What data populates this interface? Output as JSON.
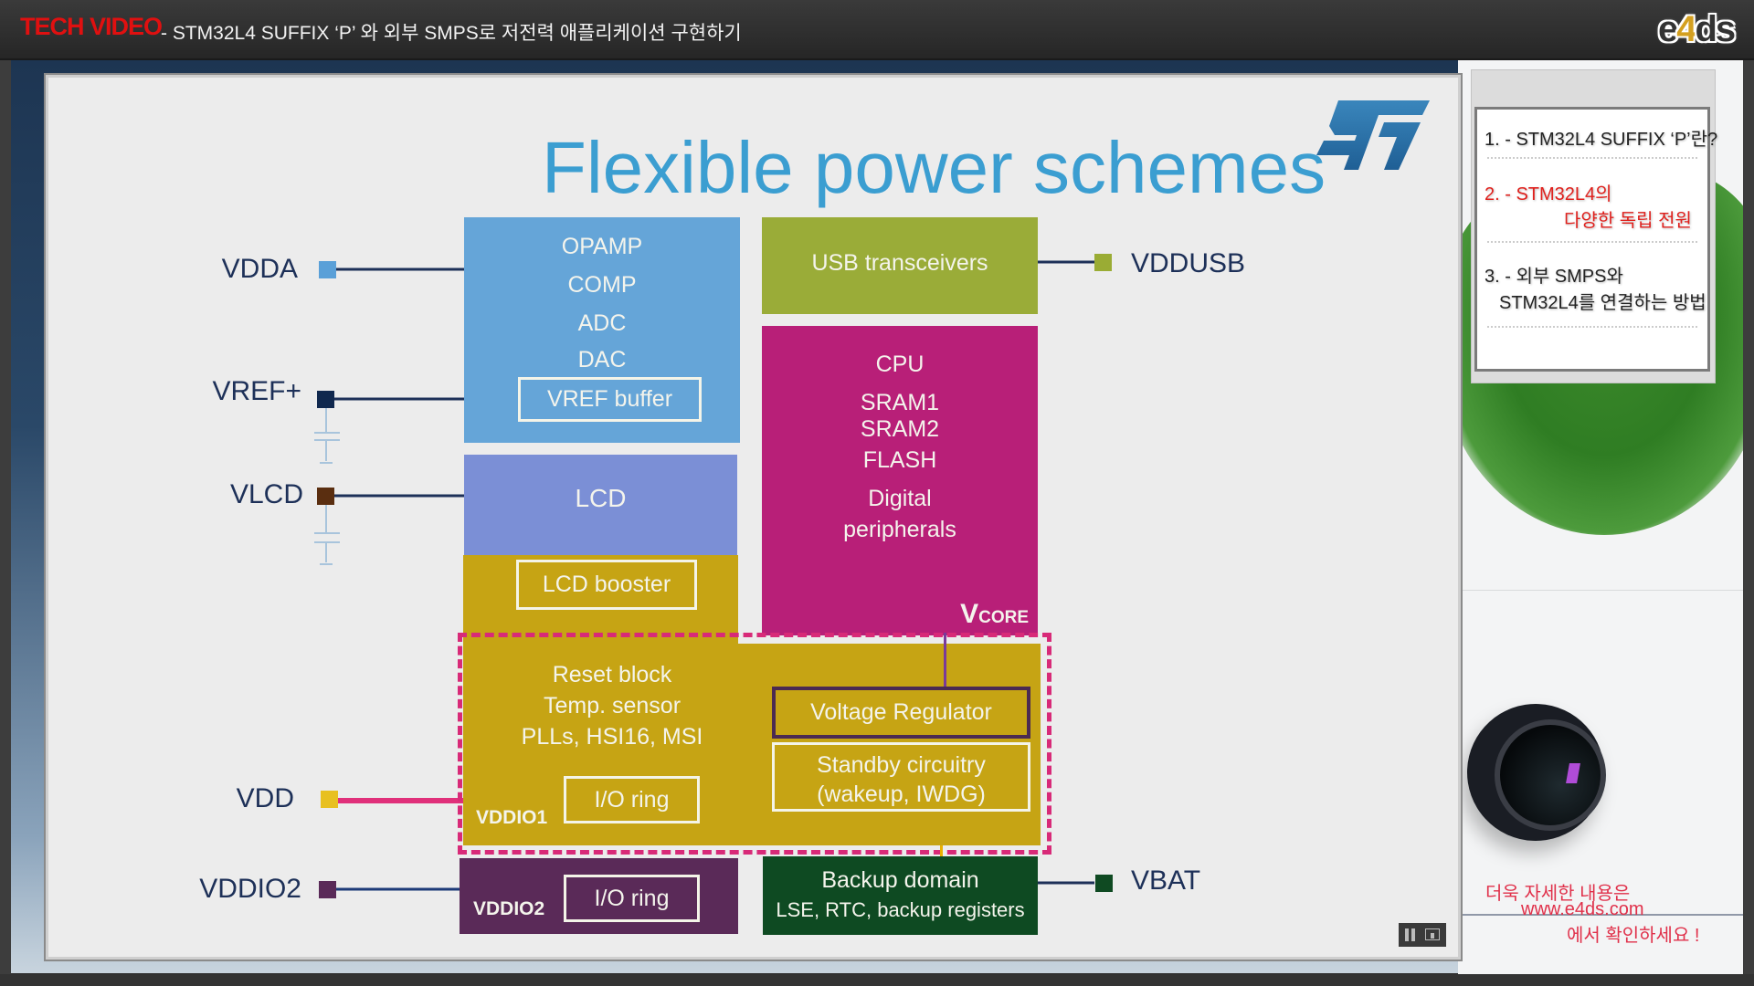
{
  "header": {
    "brand": "TECH VIDEO",
    "title": "- STM32L4 SUFFIX ‘P’ 와 외부 SMPS로 저전력 애플리케이션 구현하기",
    "logo_e": "e",
    "logo_4": "4",
    "logo_ds": "ds"
  },
  "slide": {
    "title": "Flexible power schemes",
    "logo": "ST",
    "pins": {
      "vdda": {
        "label": "VDDA",
        "color": "#5aa0d8"
      },
      "vref": {
        "label": "VREF+",
        "color": "#10284e"
      },
      "vlcd": {
        "label": "VLCD",
        "color": "#5a2e10"
      },
      "vdd": {
        "label": "VDD",
        "color": "#e8c020"
      },
      "vddio2": {
        "label": "VDDIO2",
        "color": "#5a2a58"
      },
      "vddusb": {
        "label": "VDDUSB",
        "color": "#9aac34"
      },
      "vbat": {
        "label": "VBAT",
        "color": "#0f4a22"
      }
    },
    "analog_block": {
      "color": "#65a5d8",
      "items": [
        "OPAMP",
        "COMP",
        "ADC",
        "DAC"
      ],
      "vref_buffer": "VREF buffer"
    },
    "lcd_block": {
      "label": "LCD",
      "color": "#7b8fd6",
      "booster": "LCD booster"
    },
    "usb_block": {
      "label": "USB transceivers",
      "color": "#9aac38"
    },
    "core_block": {
      "color": "#b81f78",
      "items": [
        "CPU",
        "SRAM1",
        "SRAM2",
        "FLASH",
        "Digital",
        "peripherals"
      ],
      "vcore_v": "V",
      "vcore_sub": "CORE"
    },
    "vdd_domain": {
      "color": "#c6a414",
      "items": [
        "Reset block",
        "Temp. sensor",
        "PLLs, HSI16, MSI"
      ],
      "io_ring": "I/O ring",
      "label": "VDDIO1",
      "voltage_regulator": "Voltage Regulator",
      "standby_line1": "Standby circuitry",
      "standby_line2": "(wakeup, IWDG)"
    },
    "vddio2_block": {
      "color": "#5a2a58",
      "io_ring": "I/O ring",
      "label": "VDDIO2"
    },
    "backup_block": {
      "color": "#0e4a22",
      "line1": "Backup domain",
      "line2": "LSE, RTC, backup registers"
    }
  },
  "player": {
    "pause_icon": "pause-icon",
    "screen_icon": "screen-icon"
  },
  "sidebar": {
    "items": [
      {
        "line1": "1. - STM32L4 SUFFIX ‘P’란?",
        "line2": "",
        "active": false
      },
      {
        "line1": "2. - STM32L4의",
        "line2": "다양한 독립 전원",
        "active": true
      },
      {
        "line1": "3. - 외부 SMPS와",
        "line2": "STM32L4를 연결하는 방법",
        "active": false
      }
    ],
    "promo": [
      "더욱 자세한 내용은",
      "www.e4ds.com",
      "에서 확인하세요 !"
    ]
  }
}
